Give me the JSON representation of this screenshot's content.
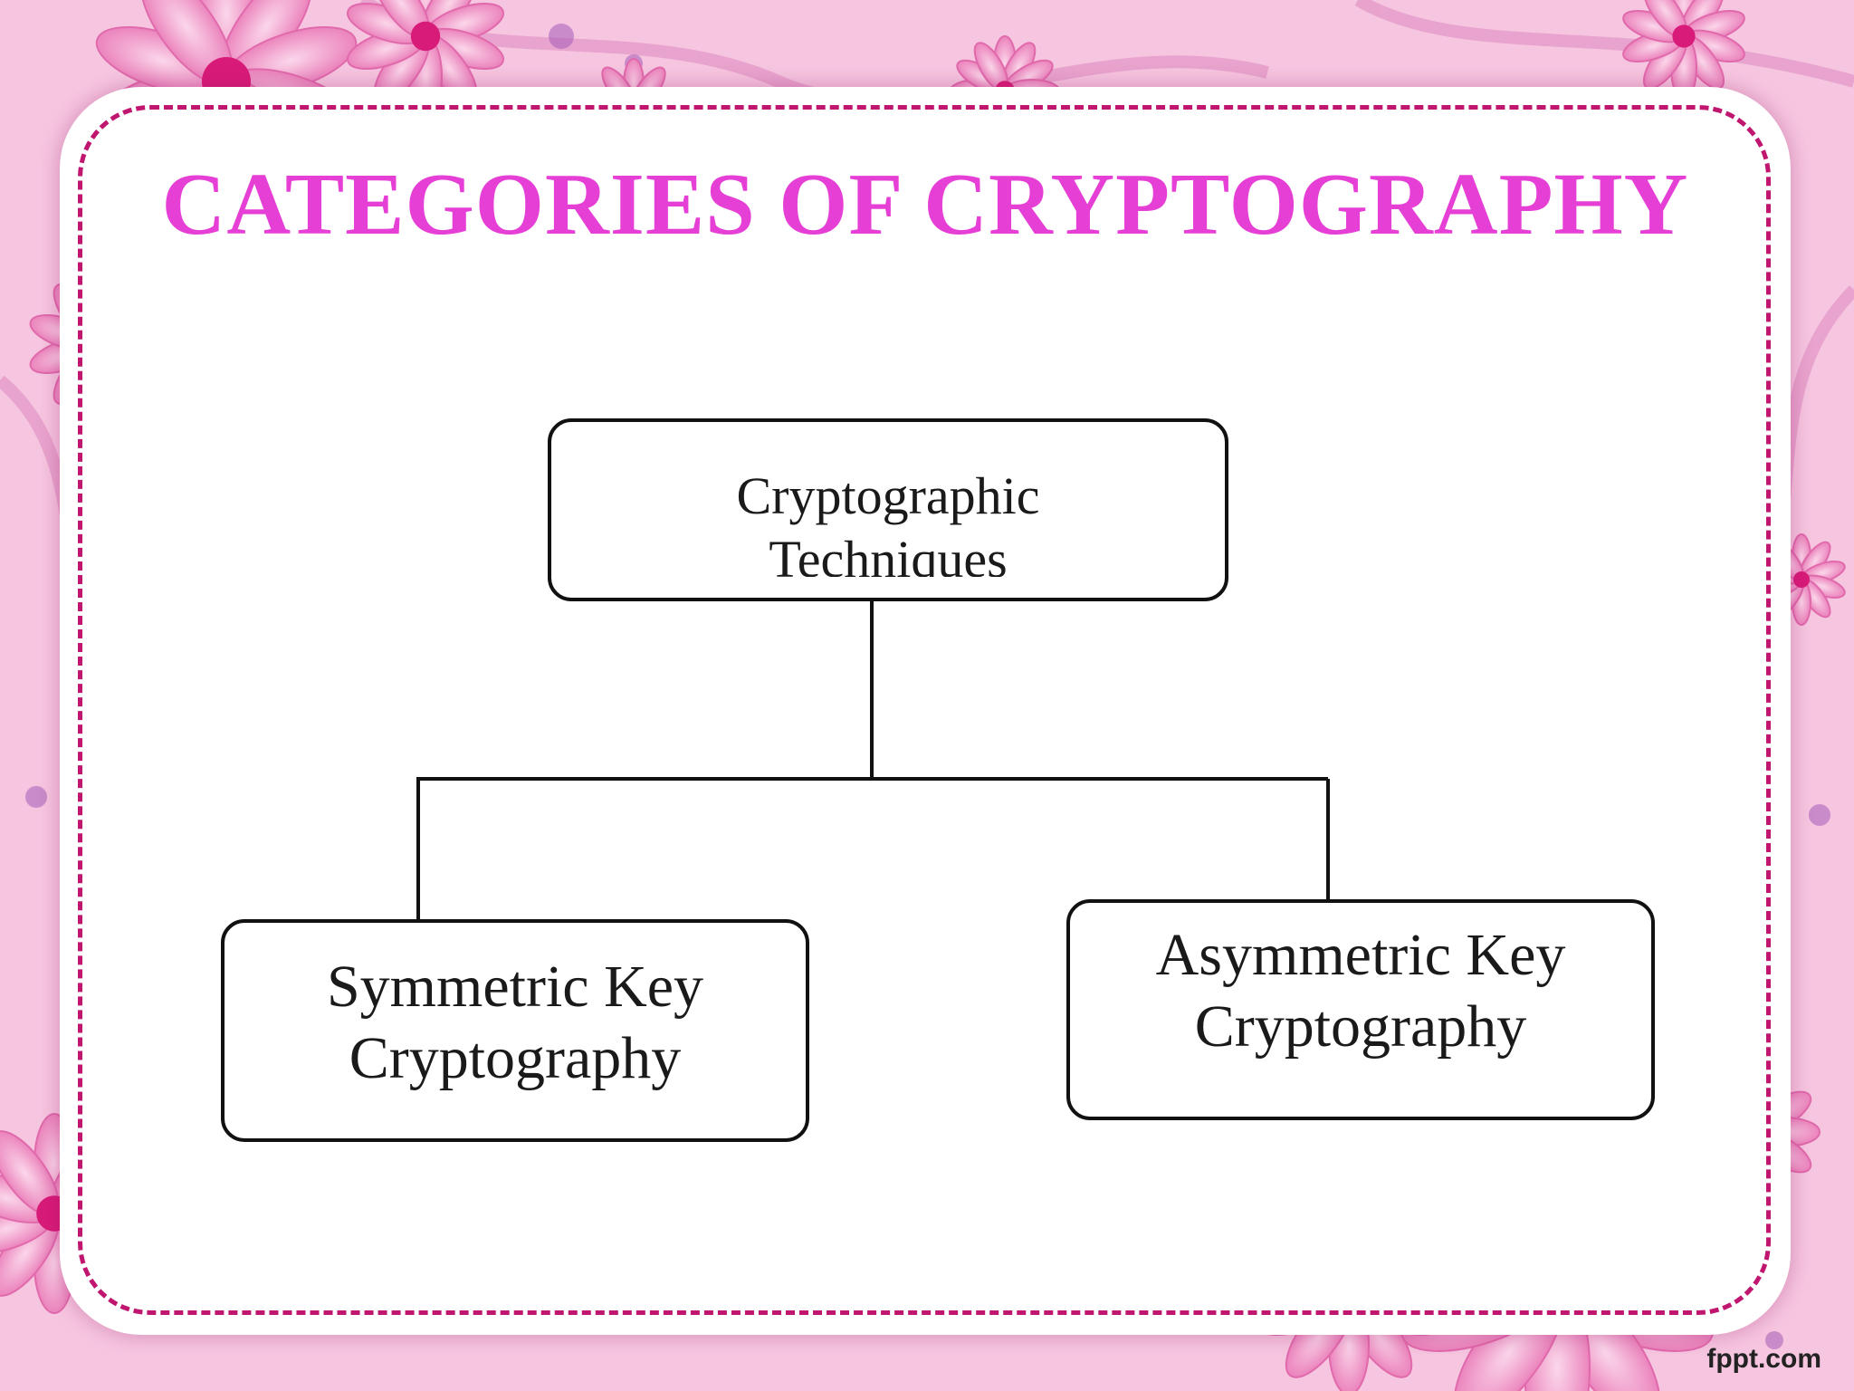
{
  "slide": {
    "title": "CATEGORIES OF CRYPTOGRAPHY",
    "watermark": "fppt.com"
  },
  "diagram": {
    "root": {
      "line1": "Cryptographic",
      "line2": "Techniques"
    },
    "children": [
      {
        "line1": "Symmetric Key",
        "line2": "Cryptography"
      },
      {
        "line1": "Asymmetric Key",
        "line2": "Cryptography"
      }
    ]
  },
  "colors": {
    "title": "#e63fd6",
    "dashed_border": "#c0166f",
    "background": "#f6c6e0",
    "flower_petal": "#f08cc4",
    "flower_center": "#d81b78",
    "box_stroke": "#111111"
  }
}
